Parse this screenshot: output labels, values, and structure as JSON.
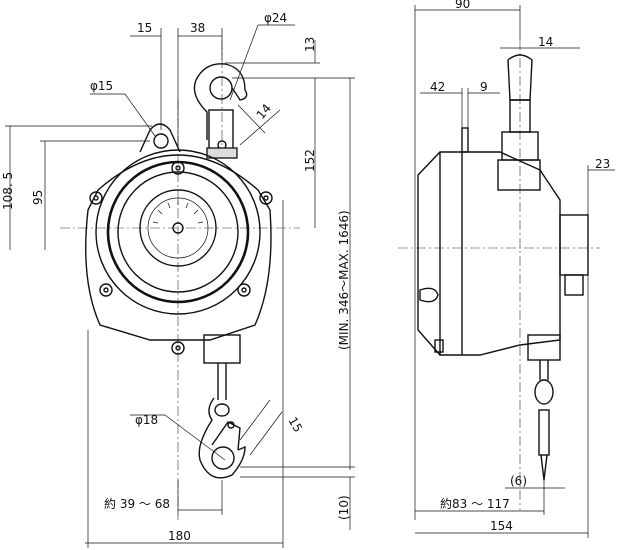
{
  "front_view": {
    "dims": {
      "lug_offset": "15",
      "hook_offset": "38",
      "hook_eye_dia": "φ24",
      "hook_top": "13",
      "hook_width": "14",
      "lug_dia": "φ15",
      "lug_height": "108. 5",
      "center_height": "95",
      "top_to_center": "152",
      "stroke_range": "(MIN. 346～MAX. 1646)",
      "bottom_hook_dia": "φ18",
      "bottom_hook_width": "15",
      "bottom_offset": "約 39 ～ 68",
      "total_width": "180",
      "bottom_gap": "(10)"
    }
  },
  "side_view": {
    "dims": {
      "depth": "90",
      "hook_width": "14",
      "lug_offset": "42",
      "lug_gap": "9",
      "cap_depth": "23",
      "hook_thickness": "(6)",
      "bottom_offset": "約83 ～ 117",
      "total_depth": "154"
    }
  }
}
